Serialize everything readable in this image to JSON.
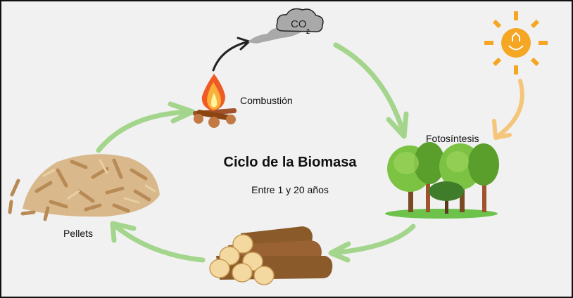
{
  "diagram": {
    "title": "Ciclo de la Biomasa",
    "subtitle": "Entre 1 y 20 años",
    "stages": [
      {
        "id": "combustion",
        "label": "Combustión",
        "icon": "campfire-icon"
      },
      {
        "id": "co2",
        "label": "CO",
        "subscript": "2",
        "icon": "co2-cloud-icon"
      },
      {
        "id": "sun",
        "icon": "sun-icon"
      },
      {
        "id": "photosynthesis",
        "label": "Fotosíntesis",
        "icon": "trees-icon"
      },
      {
        "id": "logs",
        "icon": "logs-icon"
      },
      {
        "id": "pellets",
        "label": "Pellets",
        "icon": "pellets-icon"
      }
    ],
    "colors": {
      "background": "#f1f1f1",
      "cycle_arrow": "#a4d58c",
      "sun_arrow": "#f5c57a",
      "sun": "#f5a623",
      "smoke": "#a9a9a9",
      "text": "#111111"
    }
  }
}
